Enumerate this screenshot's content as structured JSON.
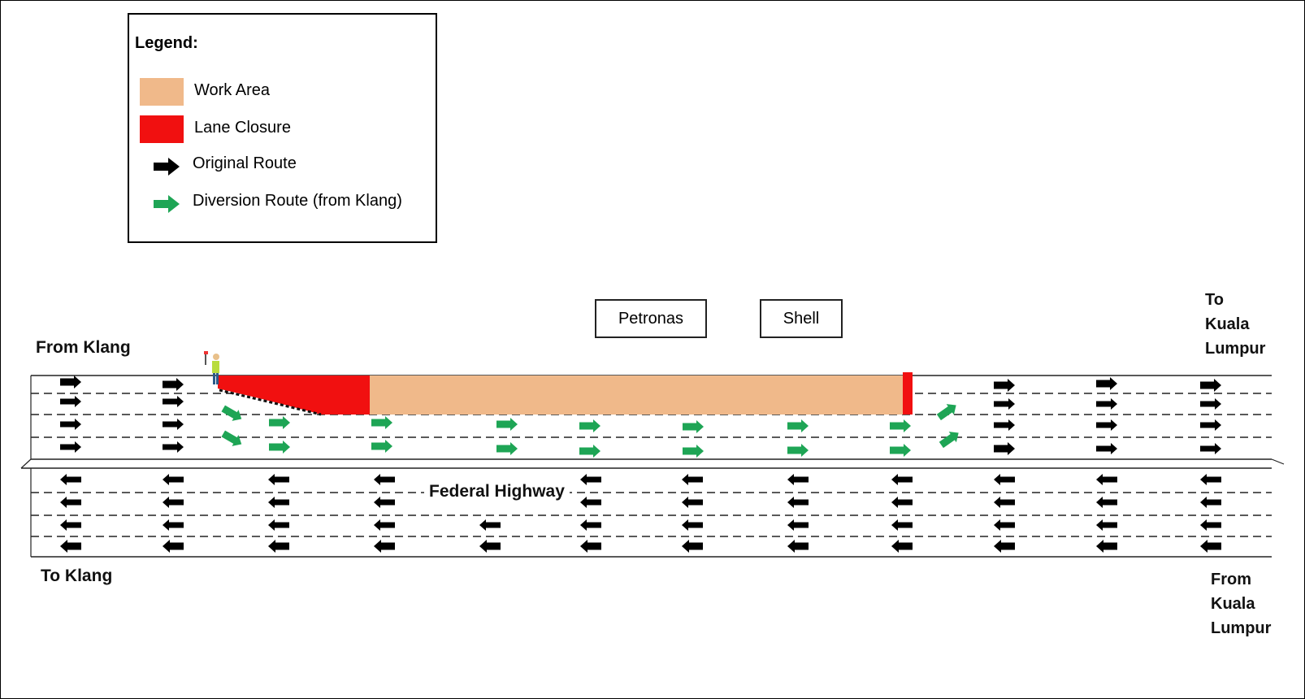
{
  "legend": {
    "title": "Legend:",
    "items": [
      {
        "label": "Work Area",
        "color": "#f0b98a"
      },
      {
        "label": "Lane Closure",
        "color": "#f11010"
      },
      {
        "label": "Original Route",
        "color": "#000000"
      },
      {
        "label": "Diversion Route (from Klang)",
        "color": "#1ea555"
      }
    ]
  },
  "landmarks": {
    "petronas": "Petronas",
    "shell": "Shell"
  },
  "labels": {
    "from_klang": "From Klang",
    "to_kl": [
      "To",
      "Kuala",
      "Lumpur"
    ],
    "to_klang": "To Klang",
    "from_kl": [
      "From",
      "Kuala",
      "Lumpur"
    ],
    "highway": "Federal Highway"
  },
  "colors": {
    "work_area": "#f0b98a",
    "lane_closure": "#f11010",
    "original_route": "#000000",
    "diversion_route": "#1ea555",
    "road_line": "#222222"
  }
}
